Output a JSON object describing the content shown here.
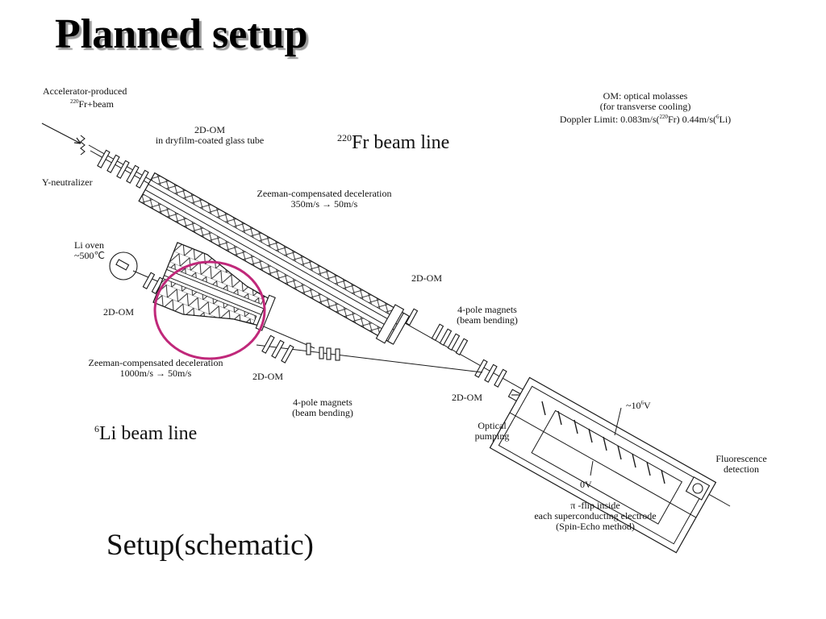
{
  "title": "Planned setup",
  "caption": "Setup(schematic)",
  "labels": {
    "accelerator_1": "Accelerator-produced",
    "accelerator_sup": "220",
    "accelerator_2": "Fr+beam",
    "y_neutralizer": "Y-neutralizer",
    "om2d_glass_1": "2D-OM",
    "om2d_glass_2": "in dryfilm-coated glass tube",
    "fr_beam_sup": "220",
    "fr_beam": "Fr beam line",
    "om_legend_1": "OM: optical molasses",
    "om_legend_2": "(for transverse cooling)",
    "doppler_a": "Doppler Limit:  0.083m/s(",
    "doppler_sup1": "220",
    "doppler_b": "Fr)   0.44m/s(",
    "doppler_sup2": "6",
    "doppler_c": "Li)",
    "zeeman_fr_1": "Zeeman-compensated deceleration",
    "zeeman_fr_2": "350m/s → 50m/s",
    "li_oven_1": "Li oven",
    "li_oven_2": "~500℃",
    "om2d_li_oven": "2D-OM",
    "om2d_fr_end": "2D-OM",
    "quad_fr_1": "4-pole magnets",
    "quad_fr_2": "(beam bending)",
    "zeeman_li_1": "Zeeman-compensated deceleration",
    "zeeman_li_2": "1000m/s → 50m/s",
    "om2d_li_end": "2D-OM",
    "quad_li_1": "4-pole magnets",
    "quad_li_2": "(beam bending)",
    "om2d_merge": "2D-OM",
    "li_beam_sup": "6",
    "li_beam": "Li beam line",
    "optical_1": "Optical",
    "optical_2": "pumping",
    "voltage_high_a": "~10",
    "voltage_high_sup": "6",
    "voltage_high_b": "V",
    "voltage_zero": "0V",
    "fluor_1": "Fluorescence",
    "fluor_2": "detection",
    "pi_flip_1": "π -flip inside",
    "pi_flip_2": "each superconducting electrode",
    "pi_flip_3": "(Spin-Echo method)"
  },
  "colors": {
    "highlight_circle": "#c0287a",
    "diagram_line": "#1a1a1a"
  }
}
